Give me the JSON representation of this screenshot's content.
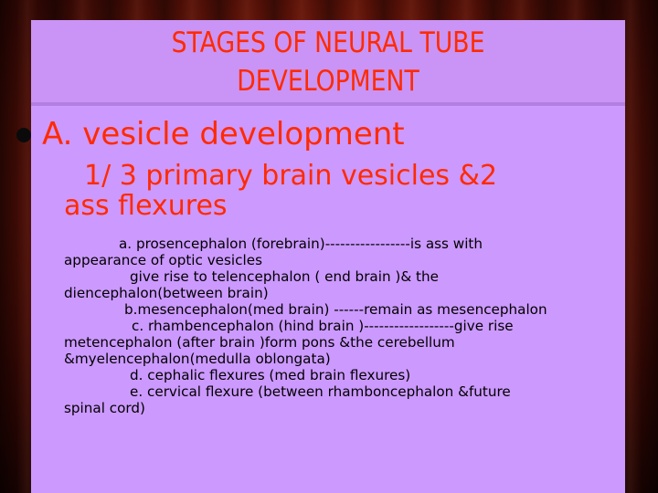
{
  "slide": {
    "title_lines": [
      "STAGES OF NEURAL TUBE",
      "DEVELOPMENT"
    ],
    "bullet": "A. vesicle development",
    "subheading_lines": [
      "1/ 3 primary brain vesicles &2",
      "ass flexures"
    ],
    "detail_lines": [
      "a. prosencephalon (forebrain)-----------------is ass with",
      "appearance of optic vesicles",
      "give rise to telencephalon ( end brain )& the",
      "diencephalon(between brain)",
      "b.mesencephalon(med brain) ------remain as mesencephalon",
      "c. rhambencephalon (hind brain )------------------give rise",
      "metencephalon (after brain )form pons &the cerebellum",
      "&myelencephalon(medulla oblongata)",
      "d. cephalic flexures (med brain flexures)",
      "e. cervical flexure (between rhamboncephalon &future",
      "spinal cord)"
    ],
    "colors": {
      "slide_background": "#cc99ff",
      "heading_text": "#ff2a00",
      "body_text": "#000000",
      "curtain": "#5a1208"
    }
  }
}
